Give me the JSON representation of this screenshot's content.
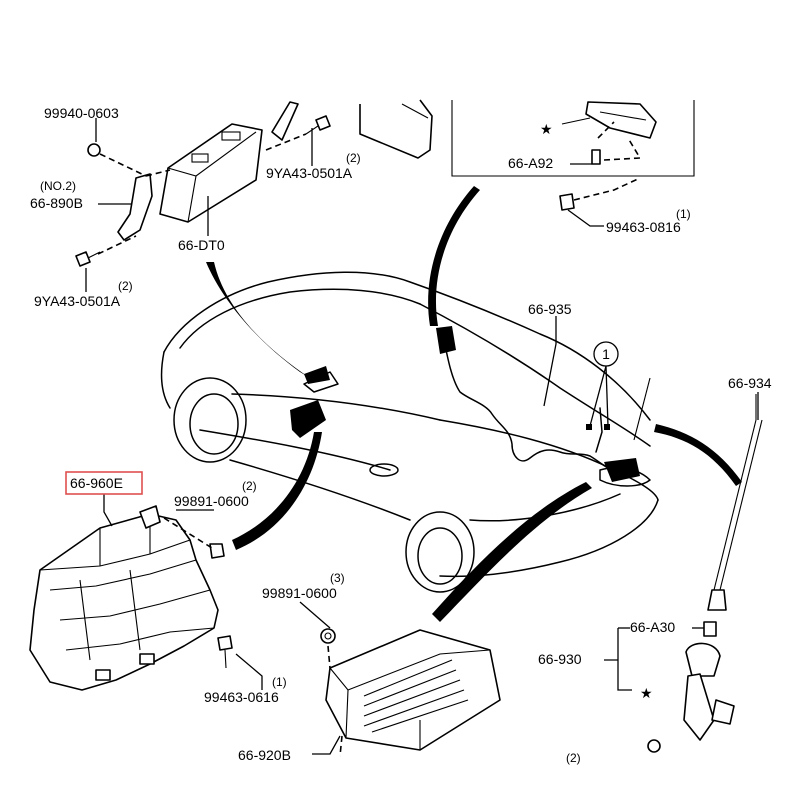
{
  "labels": {
    "p99940": "99940-0603",
    "no2": "(NO.2)",
    "p66890b": "66-890B",
    "p9ya43_top": "9YA43-0501A",
    "p9ya43_top_qty": "(2)",
    "p9ya43_left": "9YA43-0501A",
    "p9ya43_left_qty": "(2)",
    "p66dt0": "66-DT0",
    "p66a92": "66-A92",
    "p99463_0816": "99463-0816",
    "p99463_0816_qty": "(1)",
    "p66935": "66-935",
    "p66934": "66-934",
    "p66960e": "66-960E",
    "p99891_top": "99891-0600",
    "p99891_top_qty": "(2)",
    "p99891_mid": "99891-0600",
    "p99891_mid_qty": "(3)",
    "p99463_0616": "99463-0616",
    "p99463_0616_qty": "(1)",
    "p66920b": "66-920B",
    "p66a30": "66-A30",
    "p66930": "66-930",
    "bottom_qty": "(2)",
    "callout_1": "1",
    "star": "★"
  },
  "colors": {
    "line": "#000000",
    "background": "#ffffff",
    "highlight_box": "#e05050"
  }
}
